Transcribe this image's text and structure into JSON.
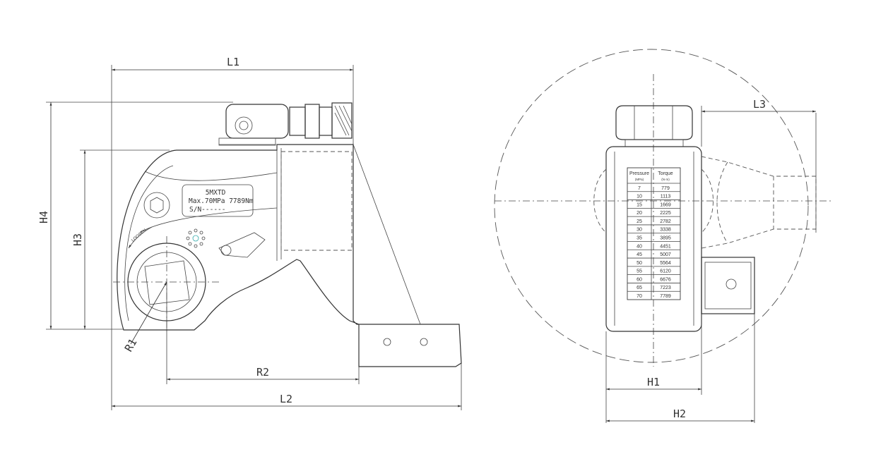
{
  "dimensions": {
    "L1": "L1",
    "L2": "L2",
    "L3": "L3",
    "H1": "H1",
    "H2": "H2",
    "H3": "H3",
    "H4": "H4",
    "R1": "R1",
    "R2": "R2"
  },
  "nameplate": {
    "model": "5MXTD",
    "rating": "Max.70MPa  7789Nm",
    "serial": "S/N------",
    "direction": "LOOSEN"
  },
  "torque_table": {
    "headers": [
      "Pressure",
      "Torque"
    ],
    "units": [
      "(MPa)",
      "(N·m)"
    ],
    "rows": [
      [
        "7",
        "779"
      ],
      [
        "10",
        "1113"
      ],
      [
        "15",
        "1669"
      ],
      [
        "20",
        "2225"
      ],
      [
        "25",
        "2782"
      ],
      [
        "30",
        "3338"
      ],
      [
        "35",
        "3895"
      ],
      [
        "40",
        "4451"
      ],
      [
        "45",
        "5007"
      ],
      [
        "50",
        "5564"
      ],
      [
        "55",
        "6120"
      ],
      [
        "60",
        "6676"
      ],
      [
        "65",
        "7223"
      ],
      [
        "70",
        "7789"
      ]
    ]
  }
}
